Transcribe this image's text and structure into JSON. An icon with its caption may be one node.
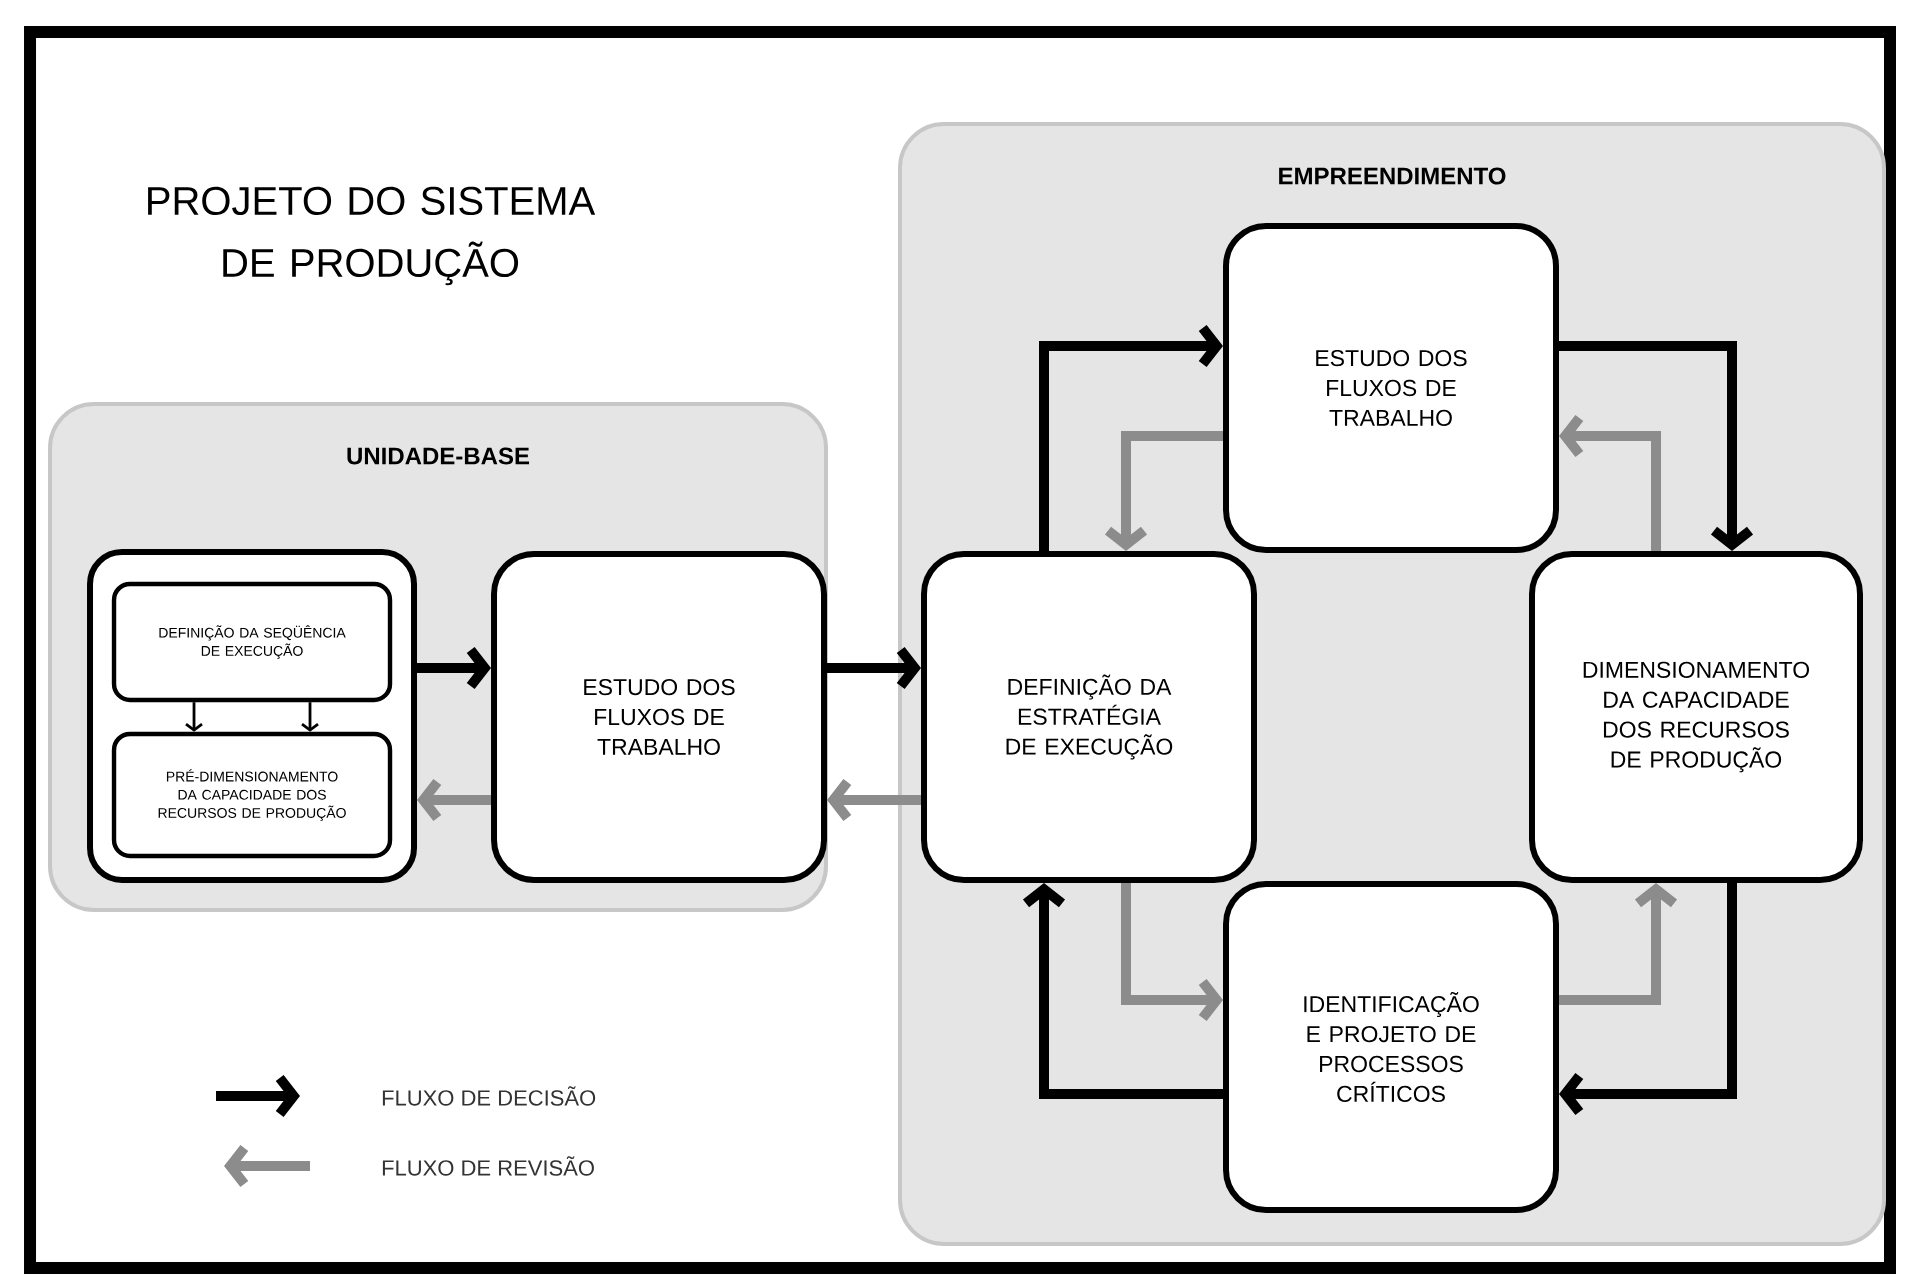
{
  "diagram": {
    "title": "PROJETO DO SISTEMA DE PRODUÇÃO",
    "nodes": [
      {
        "text": [
          "UNIDADE-BASE"
        ]
      },
      {
        "text": [],
        "shape": "box",
        "in": 0
      },
      {
        "text": [
          "DEFINIÇÃO DA SEQÜÊNCIA DE EXECUÇÃO"
        ],
        "in": 1
      },
      {
        "text": [
          "PRÉ-DIMENSIONAMENTO DA CAPACIDADE DOS RECURSOS DE PRODUÇÃO"
        ],
        "in": 1
      },
      {
        "text": [
          "ESTUDO DOS FLUXOS DE TRABALHO"
        ],
        "in": 0
      },
      {
        "text": [
          "EMPREENDIMENTO"
        ]
      },
      {
        "text": [
          "ESTUDO DOS FLUXOS DE TRABALHO"
        ],
        "in": 5
      },
      {
        "text": [
          "DEFINIÇÃO DA ESTRATÉGIA DE EXECUÇÃO"
        ],
        "in": 5
      },
      {
        "text": [
          "DIMENSIONAMENTO DA CAPACIDADE DOS RECURSOS DE PRODUÇÃO"
        ],
        "in": 5
      },
      {
        "text": [
          "IDENTIFICAÇÃO E PROJETO DE PROCESSOS CRÍTICOS"
        ],
        "in": 5
      }
    ],
    "edges": [
      {
        "from": 2,
        "to": 3,
        "arrow": "to"
      },
      {
        "from": 2,
        "to": 3,
        "arrow": "to"
      },
      {
        "from": 1,
        "to": 4,
        "arrow": "to"
      },
      {
        "from": 4,
        "to": 1,
        "arrow": "to",
        "color": "#8c8c8c"
      },
      {
        "from": 4,
        "to": 7,
        "arrow": "to"
      },
      {
        "from": 7,
        "to": 4,
        "arrow": "to",
        "color": "#8c8c8c"
      },
      {
        "from": 7,
        "to": 6,
        "arrow": "to"
      },
      {
        "from": 6,
        "to": 7,
        "arrow": "to",
        "color": "#8c8c8c"
      },
      {
        "from": 6,
        "to": 8,
        "arrow": "to"
      },
      {
        "from": 8,
        "to": 6,
        "arrow": "to",
        "color": "#8c8c8c"
      },
      {
        "from": 8,
        "to": 9,
        "arrow": "to"
      },
      {
        "from": 9,
        "to": 8,
        "arrow": "to",
        "color": "#8c8c8c"
      },
      {
        "from": 9,
        "to": 7,
        "arrow": "to"
      },
      {
        "from": 7,
        "to": 9,
        "arrow": "to",
        "color": "#8c8c8c"
      }
    ],
    "legend": [
      {
        "text": "FLUXO DE DECISÃO"
      },
      {
        "text": "FLUXO DE REVISÃO"
      }
    ]
  }
}
